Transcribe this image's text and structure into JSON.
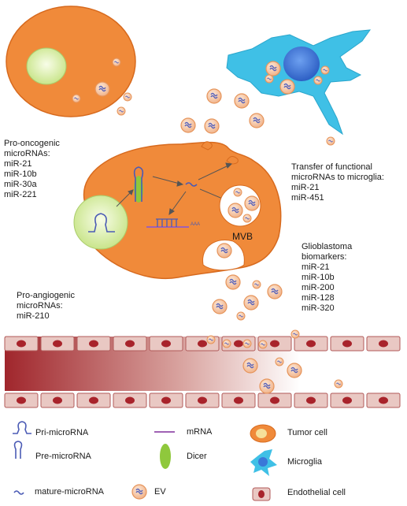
{
  "labels": {
    "pro_oncogenic": "Pro-oncogenic\nmicroRNAs:\nmiR-21\nmiR-10b\nmiR-30a\nmiR-221",
    "transfer": "Transfer of functional\nmicroRNAs to microglia:\nmiR-21\nmiR-451",
    "mvb": "MVB",
    "poly_a": "AAA",
    "glioblastoma": "Glioblastoma\nbiomarkers:\nmiR-21\nmiR-10b\nmiR-200\nmiR-128\nmiR-320",
    "pro_angiogenic": "Pro-angiogenic\nmicroRNAs:\nmiR-210"
  },
  "legend": {
    "pri_microrna": "Pri-microRNA",
    "pre_microrna": "Pre-microRNA",
    "mature_microrna": "mature-microRNA",
    "mrna": "mRNA",
    "dicer": "Dicer",
    "ev": "EV",
    "tumor_cell": "Tumor cell",
    "microglia": "Microglia",
    "endothelial_cell": "Endothelial cell"
  },
  "colors": {
    "tumor": "#f08a3a",
    "tumor_stroke": "#d76a1e",
    "nucleus": "#dff0b5",
    "microglia": "#3fc0e6",
    "microglia_nucleus": "#3a78d8",
    "dicer": "#8fc83c",
    "rna": "#4b5bb5",
    "vessel_dark": "#a3262c",
    "endothelial": "#e9c8c3",
    "endothelial_nucleus": "#a8232b"
  }
}
